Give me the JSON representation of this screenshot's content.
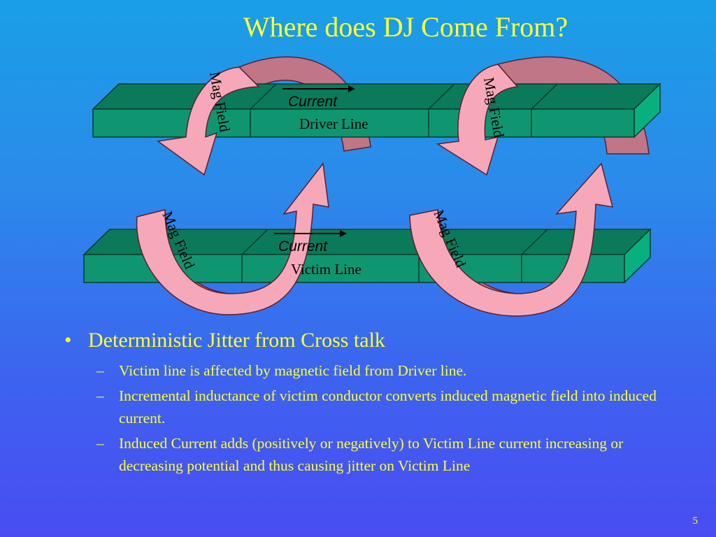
{
  "slide": {
    "title": "Where does DJ Come From?",
    "page_number": "5"
  },
  "diagram": {
    "driver_line_label": "Driver Line",
    "victim_line_label": "Victim Line",
    "current_label_top": "Current",
    "current_label_bottom": "Current",
    "mag_field_labels": [
      "Mag Field",
      "Mag Field",
      "Mag Field",
      "Mag Field"
    ],
    "colors": {
      "conductor_front": "#0f9670",
      "conductor_top": "#0a7a5a",
      "conductor_side": "#08b080",
      "arrow_fill": "#f7a8b8",
      "arrow_shade": "#c07686",
      "text_yellow": "#ffff33"
    }
  },
  "bullets": {
    "main": "Deterministic Jitter from Cross talk",
    "sub": [
      "Victim line is affected by magnetic field from Driver line.",
      "Incremental inductance of victim conductor converts induced magnetic field into induced current.",
      "Induced Current adds (positively or negatively) to Victim Line current increasing or decreasing potential and thus causing jitter on Victim Line"
    ],
    "main_marker": "•",
    "sub_marker": "–"
  }
}
